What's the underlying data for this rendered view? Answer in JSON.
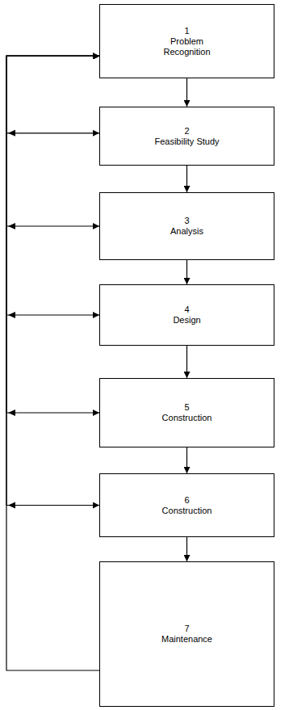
{
  "diagram": {
    "nodes": [
      {
        "text": [
          "1",
          "Problem Recognition"
        ]
      },
      {
        "text": [
          "2",
          "Feasibility Study"
        ]
      },
      {
        "text": [
          "3",
          "Analysis"
        ]
      },
      {
        "text": [
          "4",
          "Design"
        ]
      },
      {
        "text": [
          "5",
          "Construction"
        ]
      },
      {
        "text": [
          "6",
          "Construction"
        ]
      },
      {
        "text": [
          "7",
          "Maintenance"
        ]
      }
    ],
    "edges": [
      {
        "from": 0,
        "to": 1,
        "arrow": "to"
      },
      {
        "from": 1,
        "to": 2,
        "arrow": "to"
      },
      {
        "from": 2,
        "to": 3,
        "arrow": "to"
      },
      {
        "from": 3,
        "to": 4,
        "arrow": "to"
      },
      {
        "from": 4,
        "to": 5,
        "arrow": "to"
      },
      {
        "from": 5,
        "to": 6,
        "arrow": "to"
      },
      {
        "from": 6,
        "to": 0,
        "arrow": "to"
      },
      {
        "from": 1,
        "to": 0,
        "arrow": "both"
      },
      {
        "from": 2,
        "to": 0,
        "arrow": "both"
      },
      {
        "from": 3,
        "to": 0,
        "arrow": "both"
      },
      {
        "from": 4,
        "to": 0,
        "arrow": "both"
      },
      {
        "from": 5,
        "to": 0,
        "arrow": "both"
      }
    ]
  }
}
